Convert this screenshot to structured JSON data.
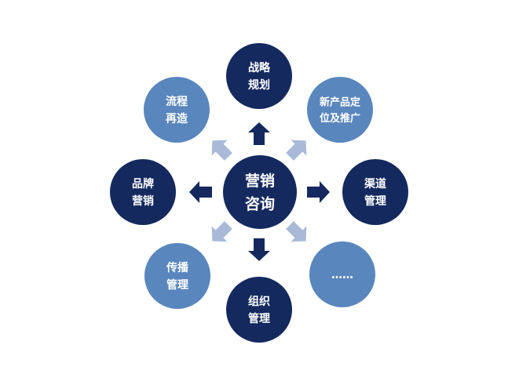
{
  "colors": {
    "dark": "#14295e",
    "light": "#5a86be",
    "arrow_dark": "#14295e",
    "arrow_light": "#a9bad8"
  },
  "center": {
    "lines": [
      "营销",
      "咨询"
    ]
  },
  "nodes": [
    {
      "id": "strategy-planning",
      "lines": [
        "战略",
        "规划"
      ],
      "tone": "dark"
    },
    {
      "id": "new-product-positioning",
      "lines": [
        "新产品定",
        "位及推广"
      ],
      "tone": "light"
    },
    {
      "id": "channel-management",
      "lines": [
        "渠道",
        "管理"
      ],
      "tone": "dark"
    },
    {
      "id": "more",
      "lines": [
        "……"
      ],
      "tone": "light"
    },
    {
      "id": "organization-management",
      "lines": [
        "组织",
        "管理"
      ],
      "tone": "dark"
    },
    {
      "id": "communication-management",
      "lines": [
        "传播",
        "管理"
      ],
      "tone": "light"
    },
    {
      "id": "brand-marketing",
      "lines": [
        "品牌",
        "营销"
      ],
      "tone": "dark"
    },
    {
      "id": "process-reengineering",
      "lines": [
        "流程",
        "再造"
      ],
      "tone": "light"
    }
  ]
}
